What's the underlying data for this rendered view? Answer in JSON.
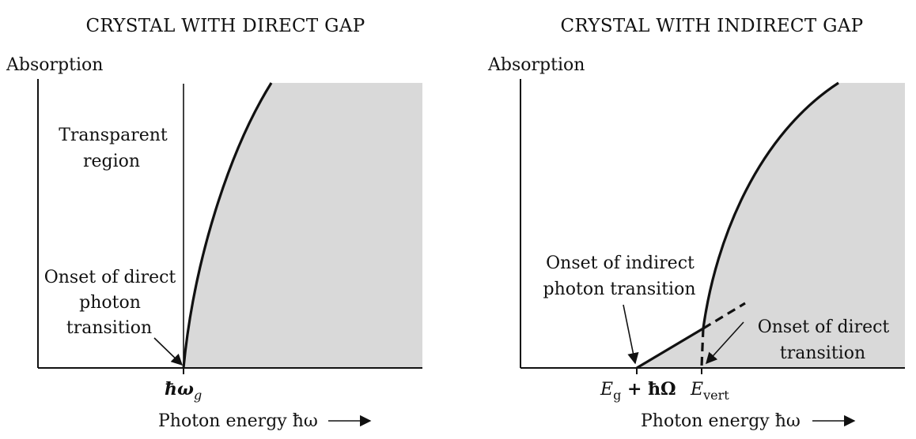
{
  "left_panel": {
    "title": "CRYSTAL WITH DIRECT GAP",
    "y_label": "Absorption",
    "region_label_line1": "Transparent",
    "region_label_line2": "region",
    "onset_line1": "Onset of direct",
    "onset_line2": "photon",
    "onset_line3": "transition",
    "tick_symbol": "ħω",
    "tick_subscript": "g",
    "x_label": "Photon energy ħω"
  },
  "right_panel": {
    "title": "CRYSTAL WITH INDIRECT GAP",
    "y_label": "Absorption",
    "indirect_line1": "Onset of indirect",
    "indirect_line2": "photon transition",
    "direct_line1": "Onset of direct",
    "direct_line2": "transition",
    "tick1_E": "E",
    "tick1_sub": "g",
    "tick1_rest": " + ħΩ",
    "tick2_E": "E",
    "tick2_sub": "vert",
    "x_label": "Photon energy ħω"
  },
  "colors": {
    "shade": "#d9d9d9",
    "ink": "#111111"
  }
}
